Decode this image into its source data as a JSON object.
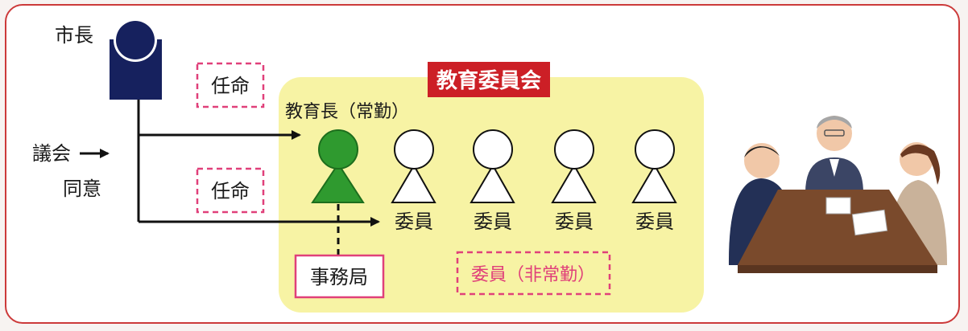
{
  "mayor": {
    "label": "市長"
  },
  "council": {
    "line1": "議会",
    "line2": "同意"
  },
  "appoint": {
    "top": "任命",
    "bottom": "任命"
  },
  "board": {
    "title": "教育委員会",
    "superintendent": "教育長（常勤）",
    "member_label": "委員",
    "members": [
      "委員",
      "委員",
      "委員",
      "委員"
    ],
    "secretariat": "事務局",
    "parttime_note": "委員（非常勤）"
  },
  "colors": {
    "frame": "#cc3a3a",
    "mayor_navy": "#16215e",
    "superintendent_green": "#2f9a2f",
    "board_fill": "#f7f3a4",
    "title_red": "#cc1f26",
    "dashed_pink": "#e0407a"
  },
  "icons": {
    "meeting_illustration": "business-meeting-illustration"
  }
}
